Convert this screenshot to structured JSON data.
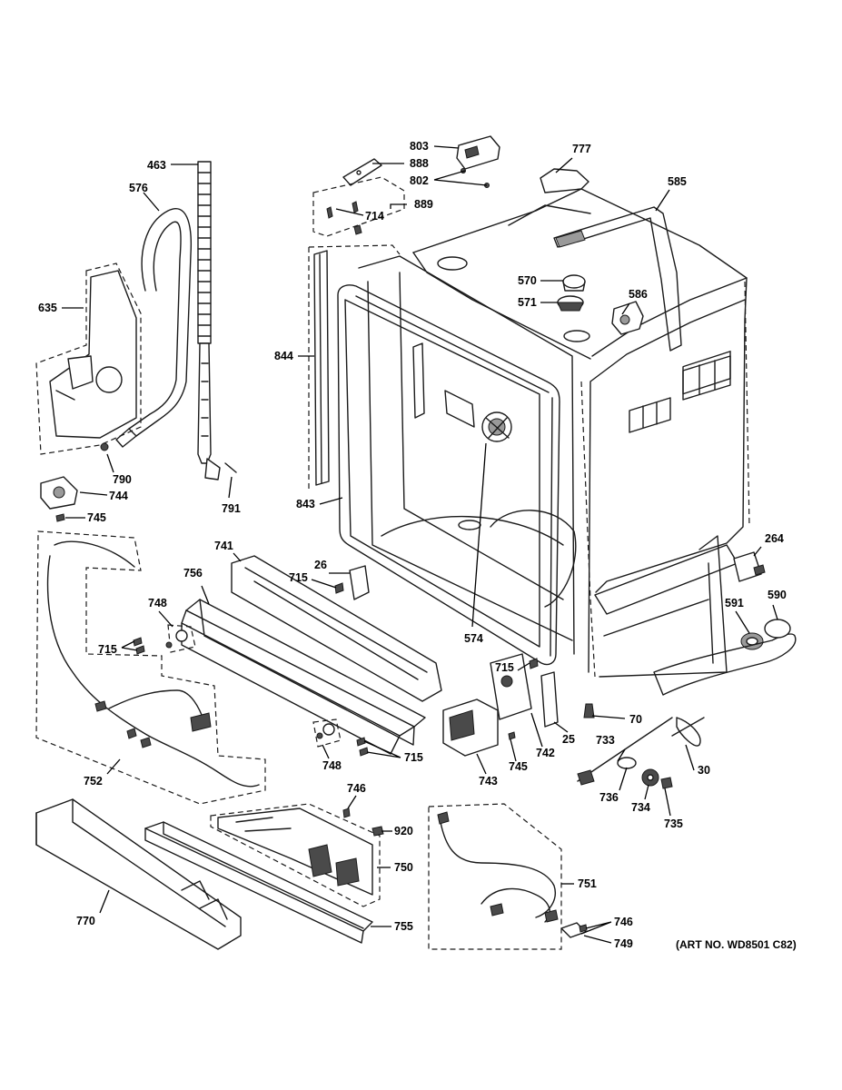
{
  "art_number": "(ART NO. WD8501 C82)",
  "callouts": {
    "c463": "463",
    "c576": "576",
    "c635": "635",
    "c790": "790",
    "c744": "744",
    "c791": "791",
    "c745a": "745",
    "c888": "888",
    "c803": "803",
    "c802": "802",
    "c714": "714",
    "c889": "889",
    "c777": "777",
    "c585": "585",
    "c570": "570",
    "c571": "571",
    "c586": "586",
    "c844": "844",
    "c843": "843",
    "c741": "741",
    "c26": "26",
    "c715a": "715",
    "c756": "756",
    "c748a": "748",
    "c715b": "715",
    "c574": "574",
    "c264": "264",
    "c591": "591",
    "c590": "590",
    "c715c": "715",
    "c25": "25",
    "c742": "742",
    "c743": "743",
    "c745b": "745",
    "c70": "70",
    "c733": "733",
    "c30": "30",
    "c736": "736",
    "c734": "734",
    "c735": "735",
    "c715d": "715",
    "c748b": "748",
    "c752": "752",
    "c746a": "746",
    "c920": "920",
    "c750": "750",
    "c751": "751",
    "c770": "770",
    "c755": "755",
    "c746b": "746",
    "c749": "749"
  }
}
